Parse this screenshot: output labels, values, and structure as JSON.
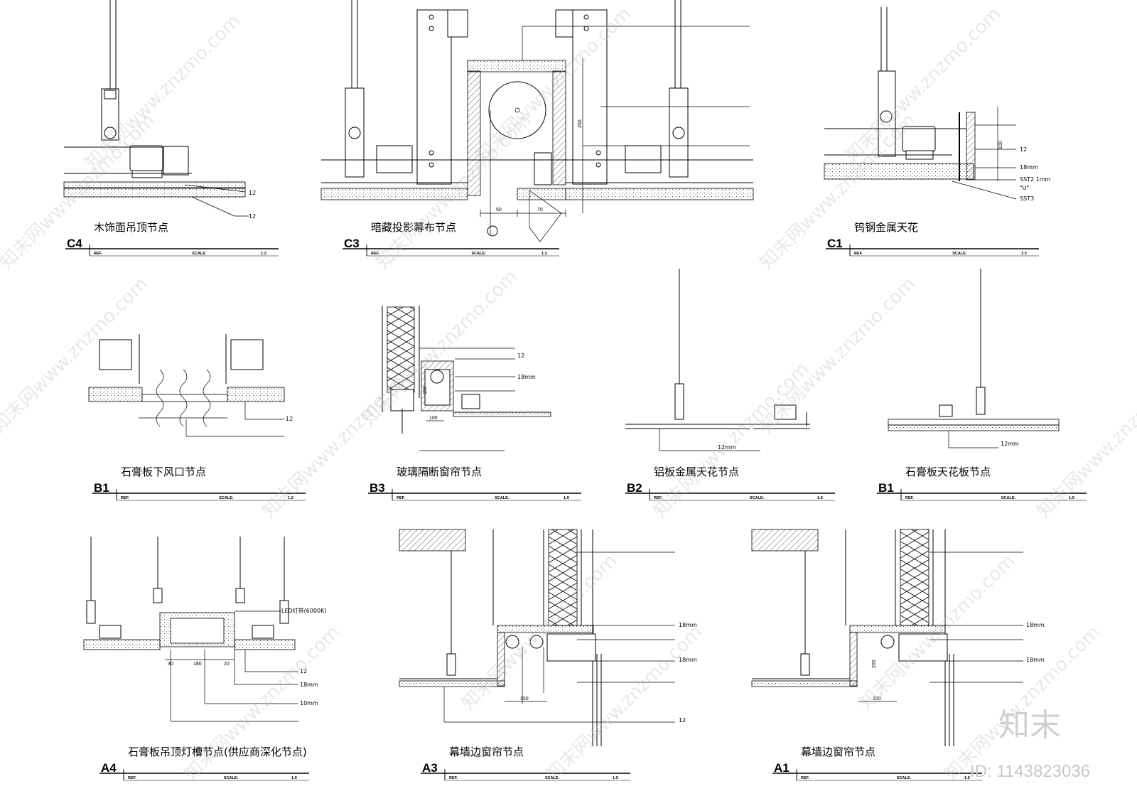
{
  "details": [
    {
      "code": "C4",
      "title": "木饰面吊顶节点",
      "ref": "REF.",
      "scale_label": "SCALE:",
      "scale": "1:2",
      "notes": [
        "12",
        "12"
      ]
    },
    {
      "code": "C3",
      "title": "暗藏投影幕布节点",
      "ref": "REF.",
      "scale_label": "SCALE:",
      "scale": "1:2",
      "dims": [
        "200",
        "50",
        "70"
      ]
    },
    {
      "code": "C1",
      "title": "钨钢金属天花",
      "ref": "REF.",
      "scale_label": "SCALE:",
      "scale": "1:2",
      "notes": [
        "12",
        "18mm",
        "SST2  1mm",
        "\"U\"",
        "SST3"
      ],
      "dims": [
        "100"
      ]
    },
    {
      "code": "B1",
      "title": "石膏板下风口节点",
      "ref": "REF.",
      "scale_label": "SCALE:",
      "scale": "1:2",
      "notes": [
        "12"
      ]
    },
    {
      "code": "B3",
      "title": "玻璃隔断窗帘节点",
      "ref": "REF.",
      "scale_label": "SCALE:",
      "scale": "1:5",
      "notes": [
        "12",
        "18mm"
      ],
      "dims": [
        "100",
        "100"
      ]
    },
    {
      "code": "B2",
      "title": "铝板金属天花节点",
      "ref": "REF.",
      "scale_label": "SCALE:",
      "scale": "1:5",
      "notes": [
        "12mm"
      ]
    },
    {
      "code": "B1",
      "title": "石膏板天花板节点",
      "ref": "REF.",
      "scale_label": "SCALE:",
      "scale": "1:5",
      "notes": [
        "12mm"
      ]
    },
    {
      "code": "A4",
      "title": "石膏板吊顶灯槽节点(供应商深化节点)",
      "ref": "REF.",
      "scale_label": "SCALE:",
      "scale": "1:5",
      "notes": [
        "LED灯带(6000K)",
        "12",
        "18mm",
        "10mm"
      ],
      "dims": [
        "30",
        "180",
        "20"
      ]
    },
    {
      "code": "A3",
      "title": "幕墙边窗帘节点",
      "ref": "REF.",
      "scale_label": "SCALE:",
      "scale": "1:5",
      "notes": [
        "18mm",
        "18mm",
        "12"
      ],
      "dims": [
        "150"
      ]
    },
    {
      "code": "A1",
      "title": "幕墙边窗帘节点",
      "ref": "REF.",
      "scale_label": "SCALE:",
      "scale": "1:5",
      "notes": [
        "18mm",
        "18mm"
      ],
      "dims": [
        "150",
        "200"
      ]
    }
  ],
  "watermark": {
    "text": "知末网www.znzmo.com",
    "brand": "知末",
    "id_label": "ID: 1143823036"
  }
}
